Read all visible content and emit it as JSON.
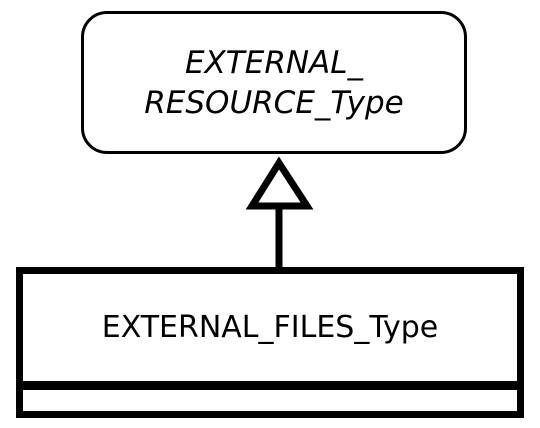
{
  "diagram": {
    "parent_class": {
      "name_line1": "EXTERNAL_",
      "name_line2": "RESOURCE_Type",
      "abstract": true
    },
    "child_class": {
      "name": "EXTERNAL_FILES_Type"
    },
    "relationship": "generalization"
  }
}
